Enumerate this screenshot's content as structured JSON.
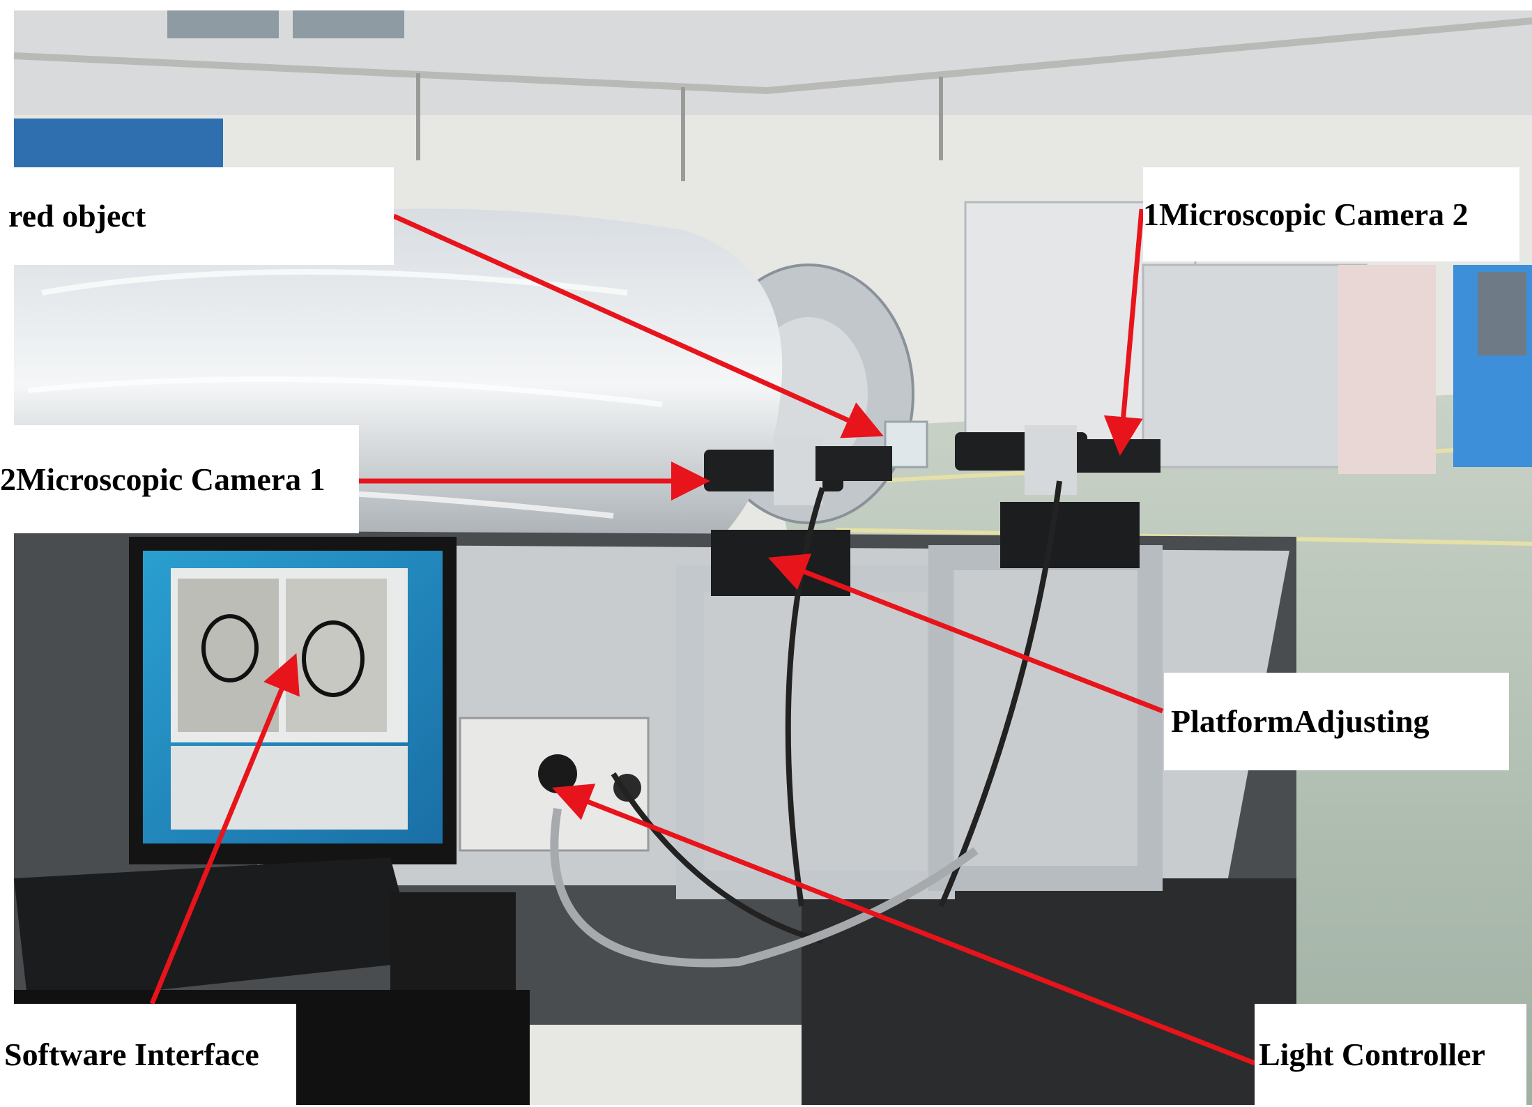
{
  "labels": {
    "measured_object": "red object",
    "microscopic_camera_2": "1Microscopic Camera 2",
    "microscopic_camera_1": "2Microscopic Camera 1",
    "platform_adjusting": "PlatformAdjusting",
    "software_interface": "Software Interface",
    "light_controller": "Light Controller"
  },
  "colors": {
    "arrow": "#e8141b",
    "label_bg": "#ffffff",
    "label_text": "#000000"
  }
}
